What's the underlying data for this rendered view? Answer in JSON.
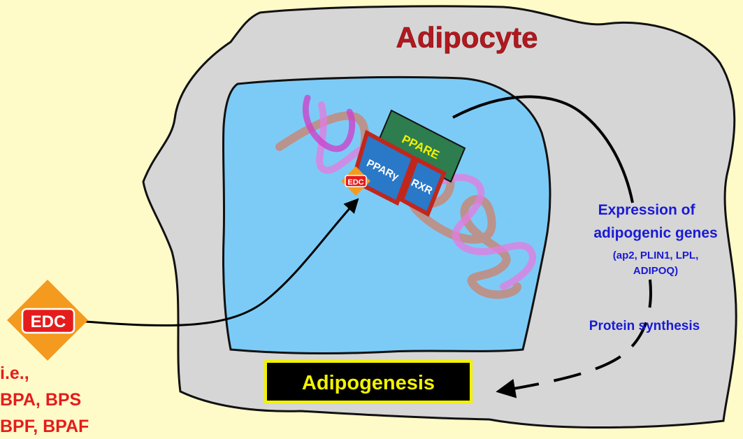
{
  "diagram": {
    "cell_title": "Adipocyte",
    "ppare_label": "PPARE",
    "ppar_label": "PPARγ",
    "rxr_label": "RXR",
    "edc_small_label": "EDC",
    "edc_outside_label": "EDC",
    "examples_line1": "i.e.,",
    "examples_line2": "BPA, BPS",
    "examples_line3": "BPF, BPAF",
    "expression_line1": "Expression of",
    "expression_line2": "adipogenic genes",
    "genes_line1": "(ap2, PLIN1, LPL,",
    "genes_line2": "ADIPOQ)",
    "protein_synthesis": "Protein synthesis",
    "adipogenesis": "Adipogenesis"
  },
  "colors": {
    "background": "#fffbc8",
    "cell": "#d6d6d6",
    "nucleus": "#7ccbf7",
    "title_red": "#b3181f",
    "text_blue": "#1a1ad4",
    "edc_orange": "#f49a1e",
    "edc_red": "#e51c1c",
    "ppare_green": "#2e7d4f",
    "receptor_blue": "#2a78c8",
    "receptor_red": "#c0271c",
    "adipogenesis_yellow": "#f2f200"
  }
}
